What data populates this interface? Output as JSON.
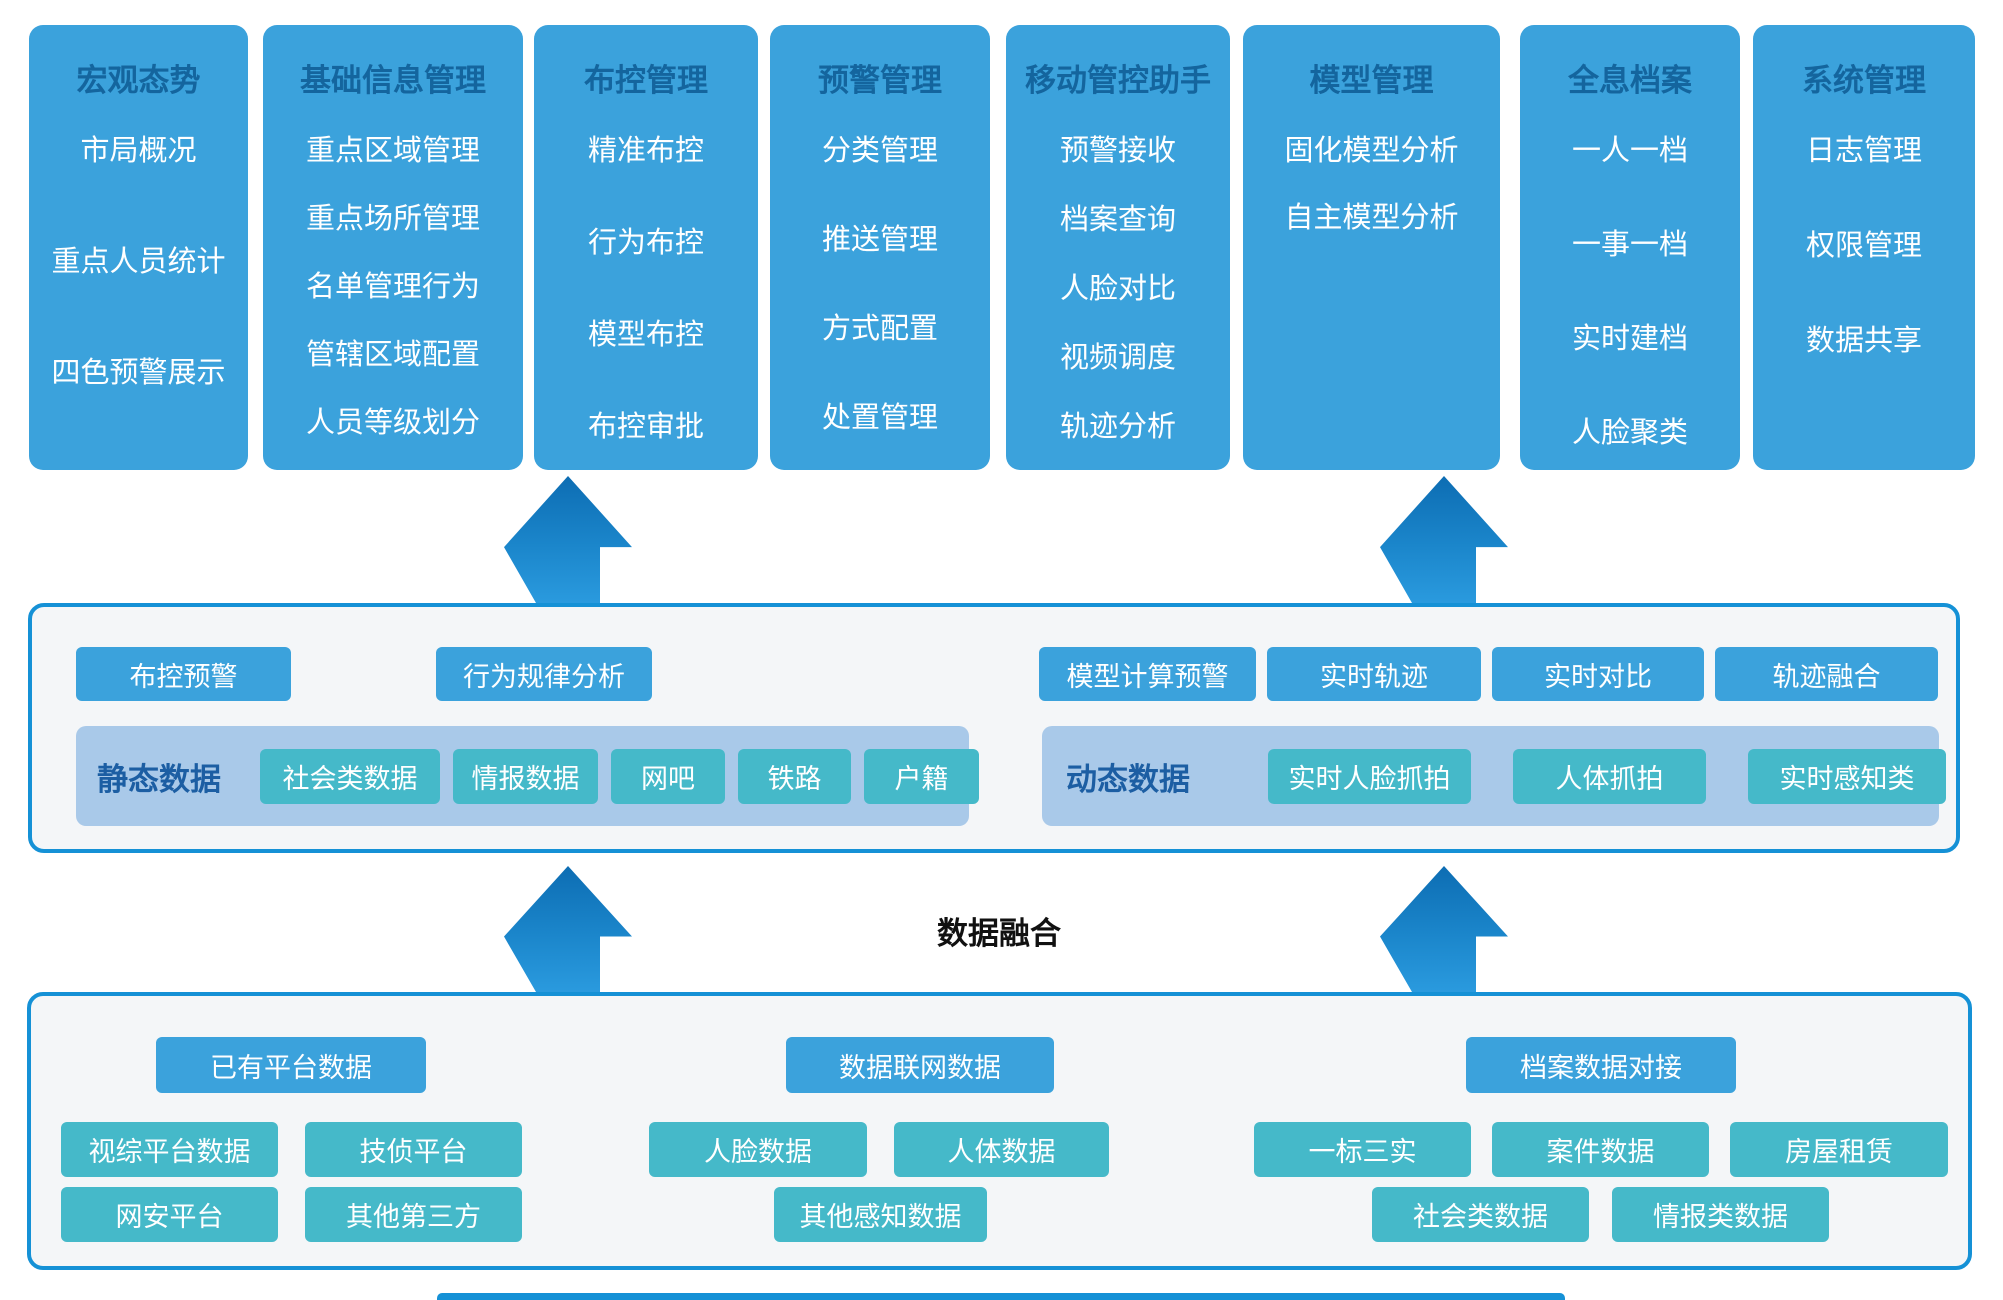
{
  "modules": [
    {
      "title": "宏观态势",
      "items": [
        "市局概况",
        "重点人员统计",
        "四色预警展示"
      ]
    },
    {
      "title": "基础信息管理",
      "items": [
        "重点区域管理",
        "重点场所管理",
        "名单管理行为",
        "管辖区域配置",
        "人员等级划分"
      ]
    },
    {
      "title": "布控管理",
      "items": [
        "精准布控",
        "行为布控",
        "模型布控",
        "布控审批"
      ]
    },
    {
      "title": "预警管理",
      "items": [
        "分类管理",
        "推送管理",
        "方式配置",
        "处置管理"
      ]
    },
    {
      "title": "移动管控助手",
      "items": [
        "预警接收",
        "档案查询",
        "人脸对比",
        "视频调度",
        "轨迹分析"
      ]
    },
    {
      "title": "模型管理",
      "items": [
        "固化模型分析",
        "自主模型分析"
      ]
    },
    {
      "title": "全息档案",
      "items": [
        "一人一档",
        "一事一档",
        "实时建档",
        "人脸聚类"
      ]
    },
    {
      "title": "系统管理",
      "items": [
        "日志管理",
        "权限管理",
        "数据共享"
      ]
    }
  ],
  "analysis_layer": {
    "static": {
      "capabilities": [
        "布控预警",
        "行为规律分析"
      ],
      "band_label": "静态数据",
      "sources": [
        "社会类数据",
        "情报数据",
        "网吧",
        "铁路",
        "户籍"
      ]
    },
    "dynamic": {
      "capabilities": [
        "模型计算预警",
        "实时轨迹",
        "实时对比",
        "轨迹融合"
      ],
      "band_label": "动态数据",
      "sources": [
        "实时人脸抓拍",
        "人体抓拍",
        "实时感知类"
      ]
    }
  },
  "fusion_label": "数据融合",
  "data_layer": {
    "sections": [
      {
        "header": "已有平台数据",
        "rows": [
          [
            "视综平台数据",
            "技侦平台"
          ],
          [
            "网安平台",
            "其他第三方"
          ]
        ]
      },
      {
        "header": "数据联网数据",
        "rows": [
          [
            "人脸数据",
            "人体数据"
          ],
          [
            "其他感知数据"
          ]
        ]
      },
      {
        "header": "档案数据对接",
        "rows": [
          [
            "一标三实",
            "案件数据",
            "房屋租赁"
          ],
          [
            "社会类数据",
            "情报类数据"
          ]
        ]
      }
    ]
  },
  "colors": {
    "card_blue": "#3ba2dc",
    "card_title_blue": "#14659e",
    "box_border_blue": "#1591d6",
    "box_fill": "#f4f6f8",
    "band_fill": "#a9c9e9",
    "band_label_blue": "#1c5ea3",
    "teal_chip": "#45b9c9",
    "arrow_dark": "#0d6db3",
    "arrow_light": "#2a9ade",
    "fusion_text": "#111111"
  }
}
